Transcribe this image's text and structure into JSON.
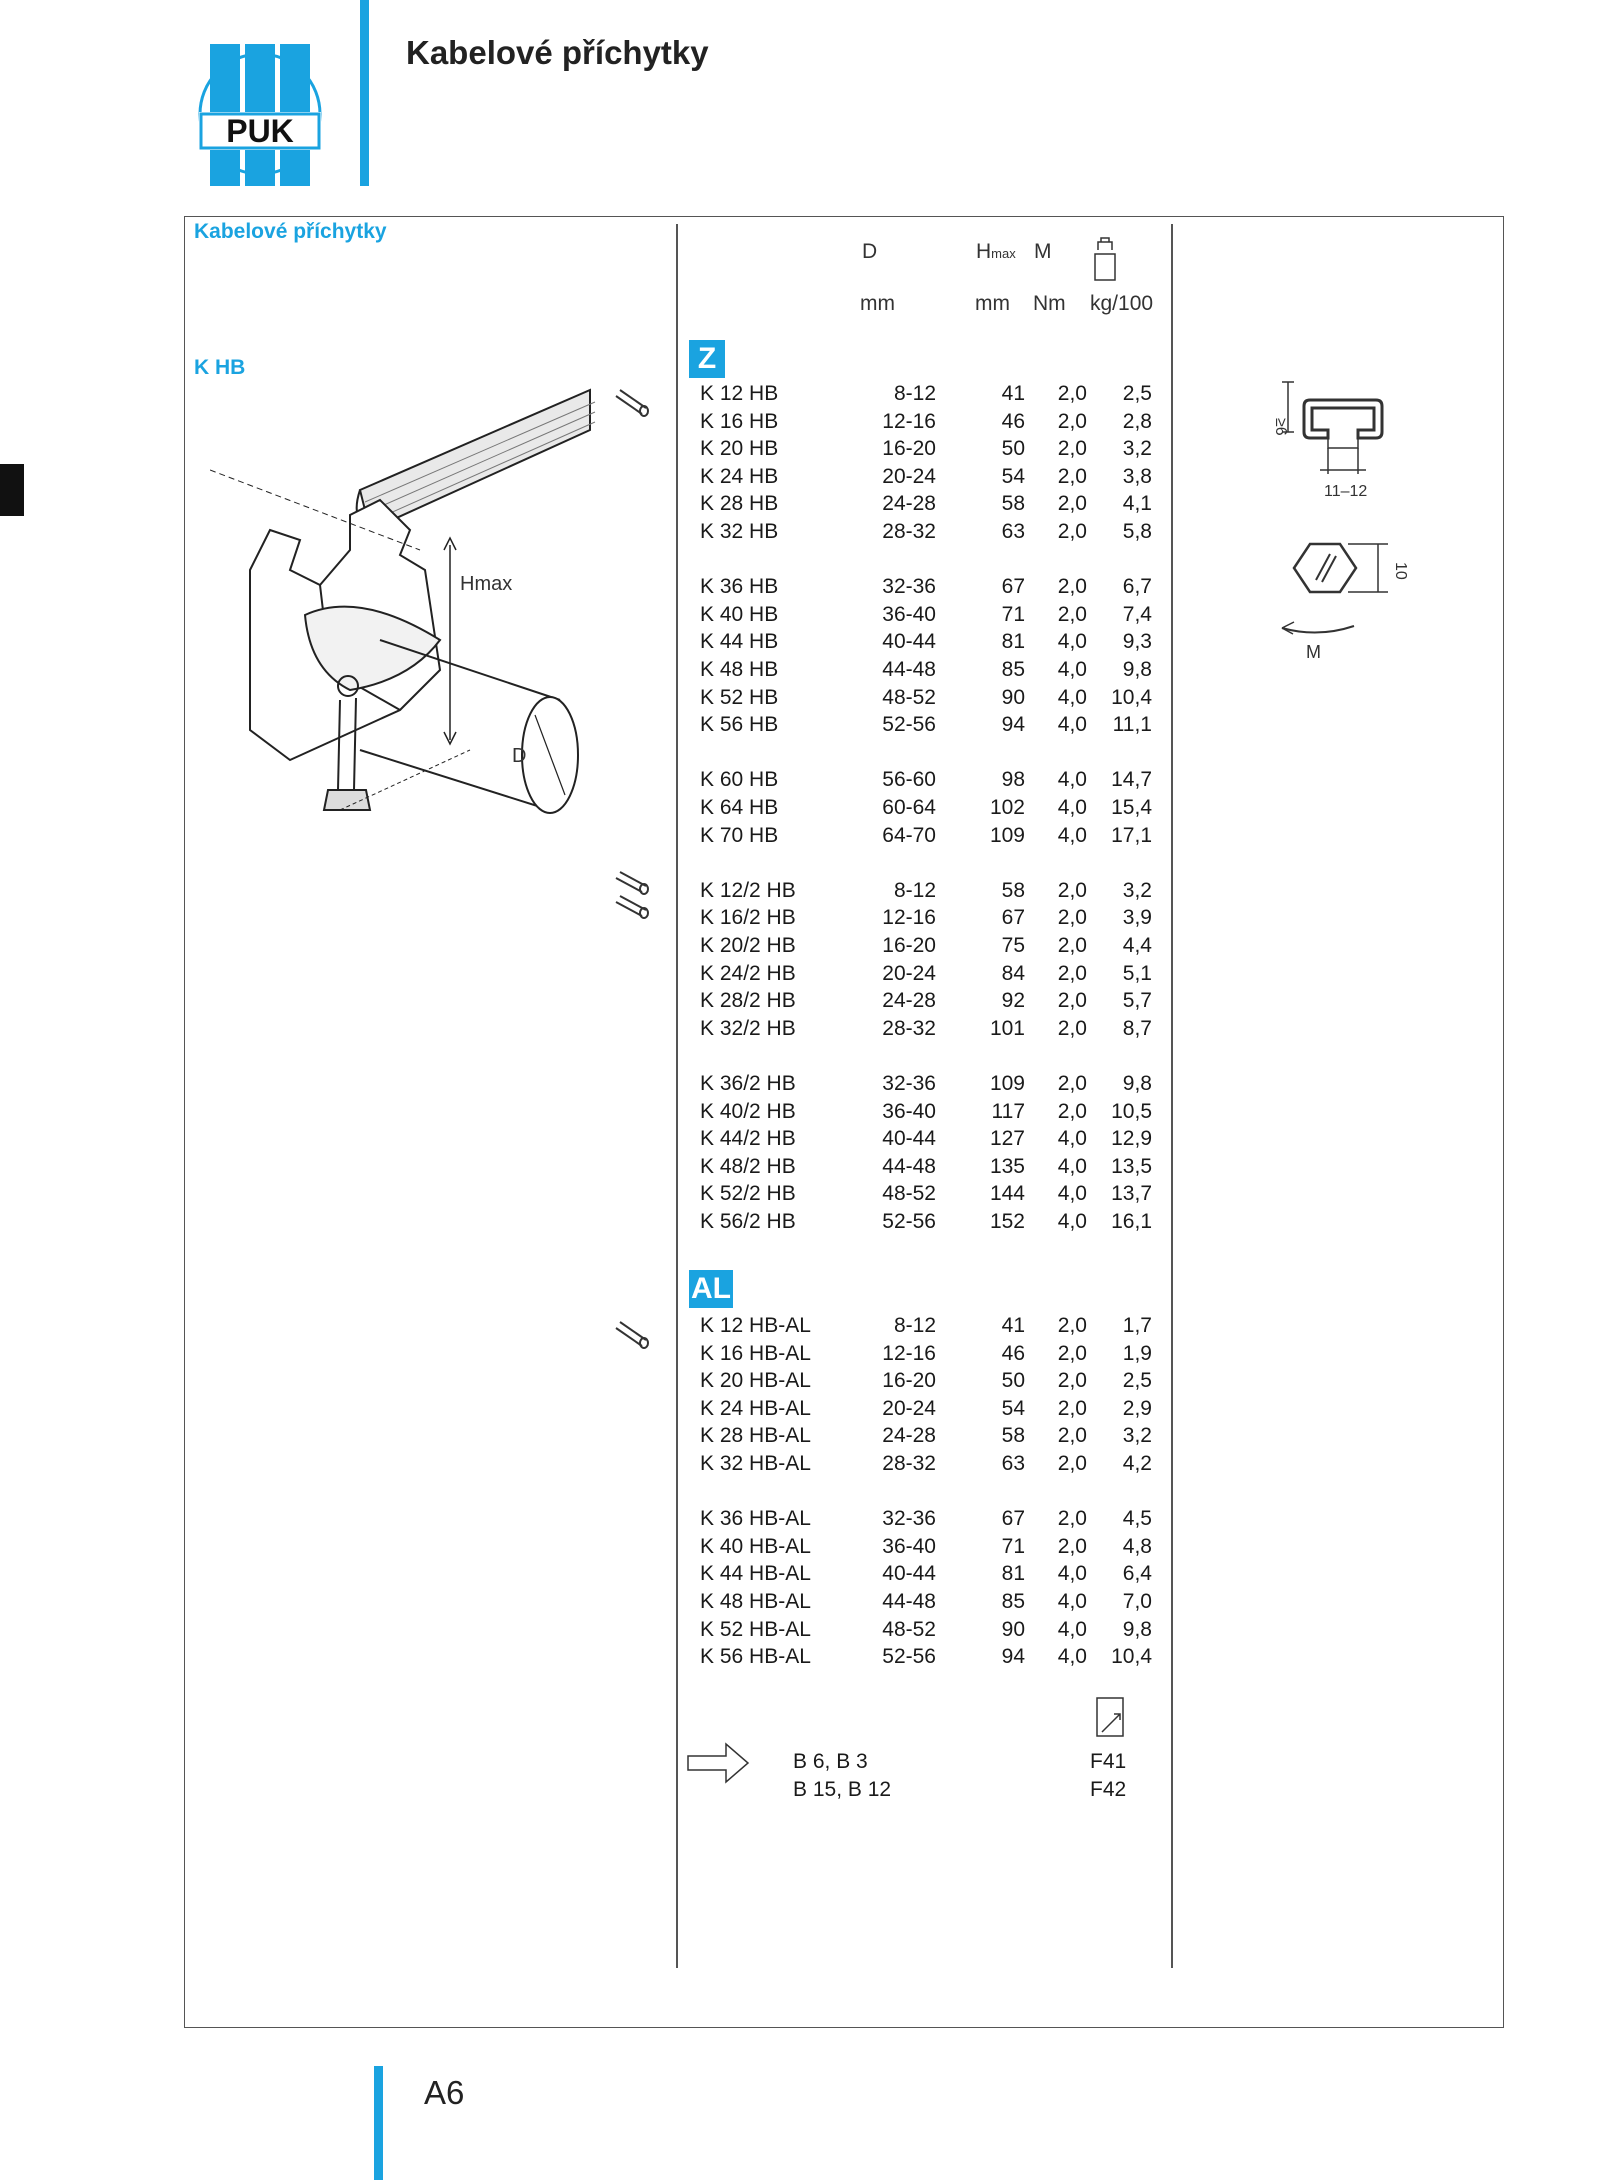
{
  "header": {
    "title": "Kabelové příchytky",
    "logo_text": "PUK"
  },
  "left_panel": {
    "section_label": "Kabelové příchytky",
    "product_label": "K HB",
    "drawing_labels": {
      "hmax": "Hmax",
      "d": "D"
    }
  },
  "table": {
    "headers": {
      "d": "D",
      "hmax_main": "H",
      "hmax_sub": "max",
      "m": "M",
      "unit_d": "mm",
      "unit_h": "mm",
      "unit_m": "Nm",
      "unit_kg": "kg/100"
    },
    "sections": [
      {
        "badge": "Z",
        "groups": [
          [
            [
              "K 12 HB",
              "8-12",
              "41",
              "2,0",
              "2,5"
            ],
            [
              "K 16 HB",
              "12-16",
              "46",
              "2,0",
              "2,8"
            ],
            [
              "K 20 HB",
              "16-20",
              "50",
              "2,0",
              "3,2"
            ],
            [
              "K 24 HB",
              "20-24",
              "54",
              "2,0",
              "3,8"
            ],
            [
              "K 28 HB",
              "24-28",
              "58",
              "2,0",
              "4,1"
            ],
            [
              "K 32 HB",
              "28-32",
              "63",
              "2,0",
              "5,8"
            ]
          ],
          [
            [
              "K 36 HB",
              "32-36",
              "67",
              "2,0",
              "6,7"
            ],
            [
              "K 40 HB",
              "36-40",
              "71",
              "2,0",
              "7,4"
            ],
            [
              "K 44 HB",
              "40-44",
              "81",
              "4,0",
              "9,3"
            ],
            [
              "K 48 HB",
              "44-48",
              "85",
              "4,0",
              "9,8"
            ],
            [
              "K 52 HB",
              "48-52",
              "90",
              "4,0",
              "10,4"
            ],
            [
              "K 56 HB",
              "52-56",
              "94",
              "4,0",
              "11,1"
            ]
          ],
          [
            [
              "K 60 HB",
              "56-60",
              "98",
              "4,0",
              "14,7"
            ],
            [
              "K 64 HB",
              "60-64",
              "102",
              "4,0",
              "15,4"
            ],
            [
              "K 70 HB",
              "64-70",
              "109",
              "4,0",
              "17,1"
            ]
          ],
          [
            [
              "K 12/2 HB",
              "8-12",
              "58",
              "2,0",
              "3,2"
            ],
            [
              "K 16/2 HB",
              "12-16",
              "67",
              "2,0",
              "3,9"
            ],
            [
              "K 20/2 HB",
              "16-20",
              "75",
              "2,0",
              "4,4"
            ],
            [
              "K 24/2 HB",
              "20-24",
              "84",
              "2,0",
              "5,1"
            ],
            [
              "K 28/2 HB",
              "24-28",
              "92",
              "2,0",
              "5,7"
            ],
            [
              "K 32/2 HB",
              "28-32",
              "101",
              "2,0",
              "8,7"
            ]
          ],
          [
            [
              "K 36/2 HB",
              "32-36",
              "109",
              "2,0",
              "9,8"
            ],
            [
              "K 40/2 HB",
              "36-40",
              "117",
              "2,0",
              "10,5"
            ],
            [
              "K 44/2 HB",
              "40-44",
              "127",
              "4,0",
              "12,9"
            ],
            [
              "K 48/2 HB",
              "44-48",
              "135",
              "4,0",
              "13,5"
            ],
            [
              "K 52/2 HB",
              "48-52",
              "144",
              "4,0",
              "13,7"
            ],
            [
              "K 56/2 HB",
              "52-56",
              "152",
              "4,0",
              "16,1"
            ]
          ]
        ]
      },
      {
        "badge": "AL",
        "groups": [
          [
            [
              "K 12 HB-AL",
              "8-12",
              "41",
              "2,0",
              "1,7"
            ],
            [
              "K 16 HB-AL",
              "12-16",
              "46",
              "2,0",
              "1,9"
            ],
            [
              "K 20 HB-AL",
              "16-20",
              "50",
              "2,0",
              "2,5"
            ],
            [
              "K 24 HB-AL",
              "20-24",
              "54",
              "2,0",
              "2,9"
            ],
            [
              "K 28 HB-AL",
              "24-28",
              "58",
              "2,0",
              "3,2"
            ],
            [
              "K 32 HB-AL",
              "28-32",
              "63",
              "2,0",
              "4,2"
            ]
          ],
          [
            [
              "K 36 HB-AL",
              "32-36",
              "67",
              "2,0",
              "4,5"
            ],
            [
              "K 40 HB-AL",
              "36-40",
              "71",
              "2,0",
              "4,8"
            ],
            [
              "K 44 HB-AL",
              "40-44",
              "81",
              "4,0",
              "6,4"
            ],
            [
              "K 48 HB-AL",
              "44-48",
              "85",
              "4,0",
              "7,0"
            ],
            [
              "K 52 HB-AL",
              "48-52",
              "90",
              "4,0",
              "9,8"
            ],
            [
              "K 56 HB-AL",
              "52-56",
              "94",
              "4,0",
              "10,4"
            ]
          ]
        ]
      }
    ]
  },
  "references": {
    "rows": [
      {
        "items": "B 6, B 3",
        "page": "F41"
      },
      {
        "items": "B 15, B 12",
        "page": "F42"
      }
    ]
  },
  "right_panel": {
    "dim_min": "≥6",
    "dim_width": "11–12",
    "dim_nut": "10",
    "dim_torque": "M"
  },
  "footer": {
    "page_number": "A6"
  },
  "colors": {
    "accent": "#1aa3e0",
    "text": "#1a1a1a",
    "line": "#555555"
  }
}
